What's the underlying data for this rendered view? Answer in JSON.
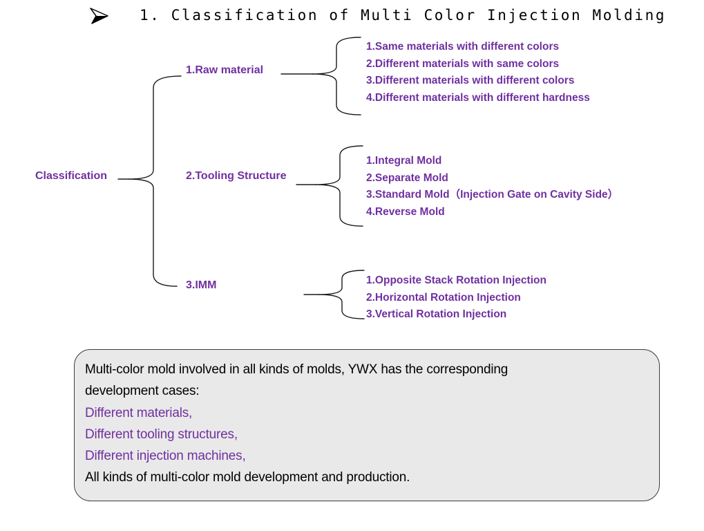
{
  "slide": {
    "title": "1. Classification of Multi Color Injection Molding"
  },
  "tree": {
    "root_label": "Classification",
    "branches": [
      {
        "label": "1.Raw material",
        "items": [
          "1.Same materials with different colors",
          "2.Different materials with same colors",
          "3.Different materials with different colors",
          "4.Different materials with different hardness"
        ]
      },
      {
        "label": "2.Tooling Structure",
        "items": [
          "1.Integral Mold",
          "2.Separate Mold",
          "3.Standard Mold（Injection Gate on Cavity Side）",
          "4.Reverse Mold"
        ]
      },
      {
        "label": "3.IMM",
        "items": [
          "1.Opposite Stack Rotation Injection",
          "2.Horizontal Rotation Injection",
          "3.Vertical Rotation Injection"
        ]
      }
    ]
  },
  "note_box": {
    "lines": [
      {
        "text": "Multi-color mold involved in all kinds of molds, YWX has the corresponding",
        "color": "black"
      },
      {
        "text": "development cases:",
        "color": "black"
      },
      {
        "text": "Different materials,",
        "color": "purple"
      },
      {
        "text": "Different tooling structures,",
        "color": "purple"
      },
      {
        "text": "Different injection machines,",
        "color": "purple"
      },
      {
        "text": "All kinds of multi-color mold development and production.",
        "color": "black"
      }
    ]
  },
  "colors": {
    "purple": "#7030A0",
    "black": "#000000",
    "line": "#1a1a1a",
    "note_bg": "#e9e9e9",
    "note_border": "#3c3c3c"
  }
}
